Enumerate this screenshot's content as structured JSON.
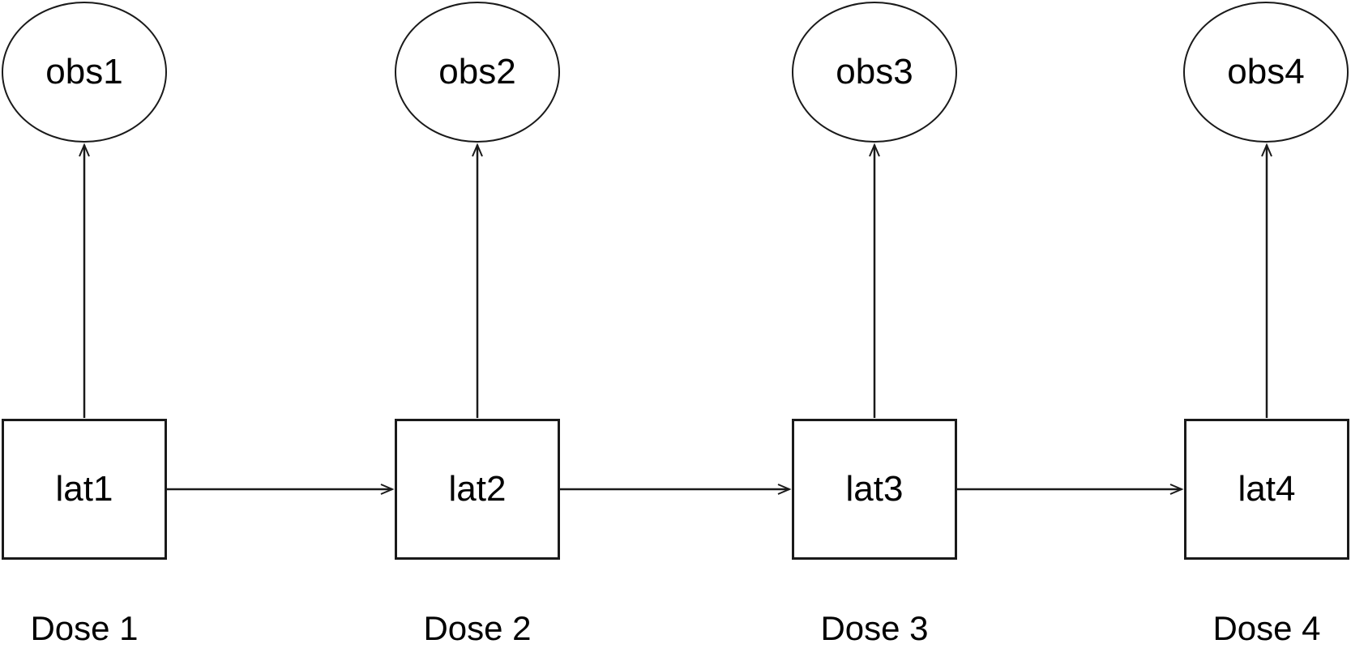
{
  "diagram": {
    "type": "chain-graph",
    "background_color": "#ffffff",
    "stroke_color": "#1a1a1a",
    "text_color": "#000000",
    "columns": [
      {
        "obs_label": "obs1",
        "lat_label": "lat1",
        "dose_label": "Dose 1"
      },
      {
        "obs_label": "obs2",
        "lat_label": "lat2",
        "dose_label": "Dose 2"
      },
      {
        "obs_label": "obs3",
        "lat_label": "lat3",
        "dose_label": "Dose 3"
      },
      {
        "obs_label": "obs4",
        "lat_label": "lat4",
        "dose_label": "Dose 4"
      }
    ],
    "edges": [
      {
        "from": "lat1",
        "to": "obs1",
        "direction": "up"
      },
      {
        "from": "lat2",
        "to": "obs2",
        "direction": "up"
      },
      {
        "from": "lat3",
        "to": "obs3",
        "direction": "up"
      },
      {
        "from": "lat4",
        "to": "obs4",
        "direction": "up"
      },
      {
        "from": "lat1",
        "to": "lat2",
        "direction": "right"
      },
      {
        "from": "lat2",
        "to": "lat3",
        "direction": "right"
      },
      {
        "from": "lat3",
        "to": "lat4",
        "direction": "right"
      }
    ]
  }
}
